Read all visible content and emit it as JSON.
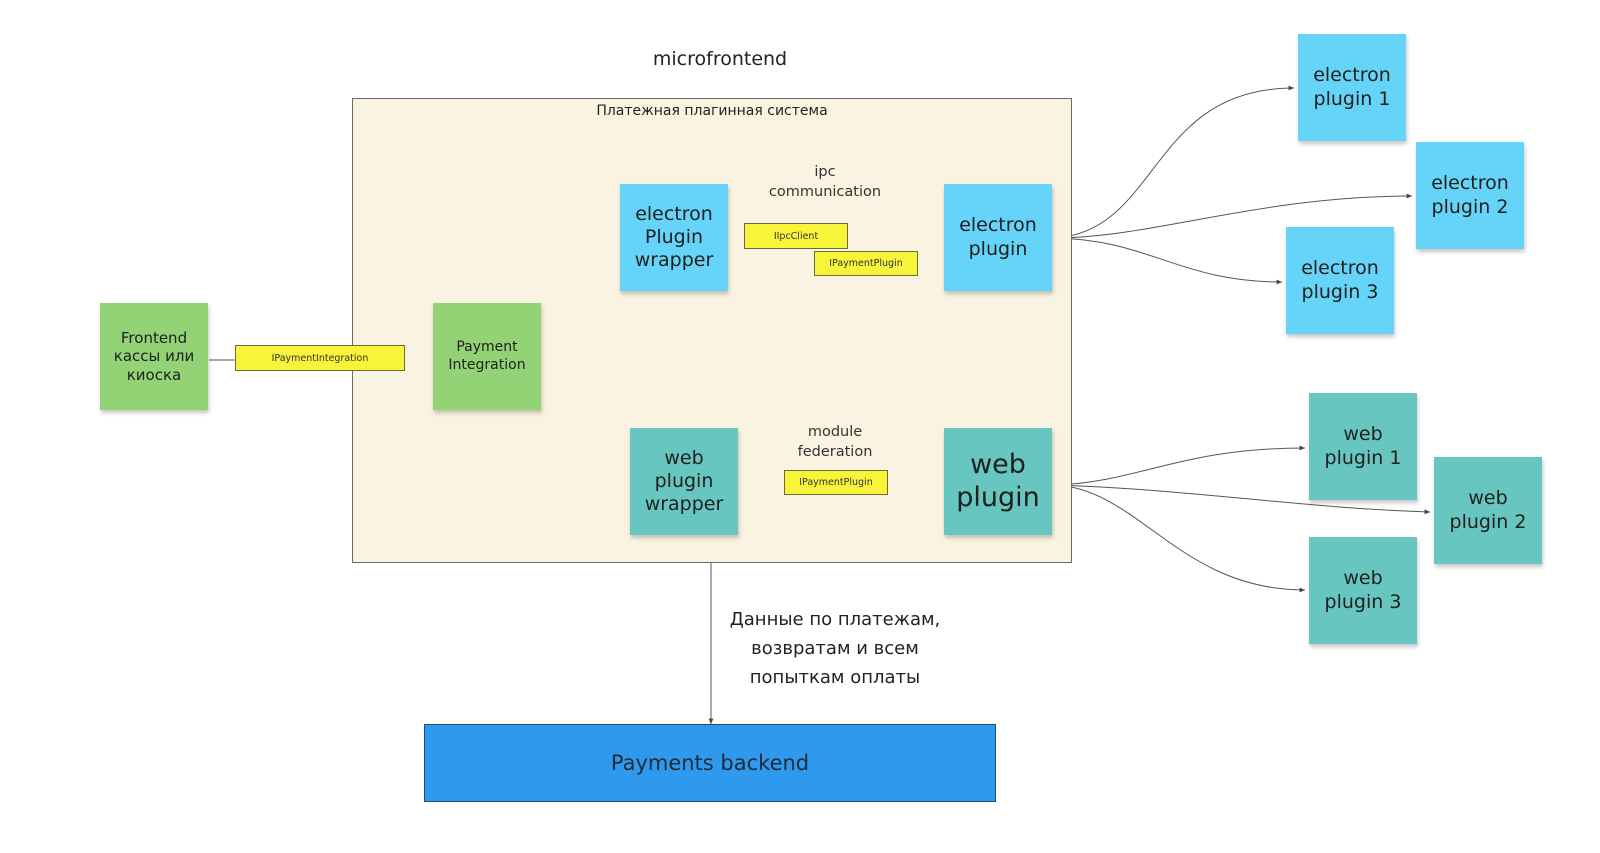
{
  "title": "microfrontend",
  "system_label": "Платежная плагинная система",
  "nodes": {
    "frontend": "Frontend кассы или киоска",
    "payment_integration": "Payment Integration",
    "electron_wrapper": "electron Plugin wrapper",
    "web_wrapper": "web plugin wrapper",
    "electron_plugin": "electron plugin",
    "web_plugin": "web plugin",
    "electron_plugin_1": "electron plugin 1",
    "electron_plugin_2": "electron plugin 2",
    "electron_plugin_3": "electron plugin 3",
    "web_plugin_1": "web plugin 1",
    "web_plugin_2": "web plugin 2",
    "web_plugin_3": "web plugin 3",
    "backend": "Payments backend"
  },
  "interfaces": {
    "payment_integration": "IPaymentIntegration",
    "ipc_client": "IIpcClient",
    "payment_plugin_electron": "IPaymentPlugin",
    "payment_plugin_web": "IPaymentPlugin"
  },
  "labels": {
    "ipc_line1": "ipc",
    "ipc_line2": "communication",
    "mf_line1": "module",
    "mf_line2": "federation",
    "backend_line1": "Данные по платежам,",
    "backend_line2": "возвратам и всем",
    "backend_line3": "попыткам оплаты"
  },
  "colors": {
    "system_bg": "#fbf3e1",
    "green": "#93d275",
    "cyan": "#66d4f8",
    "teal": "#67c6bf",
    "interface_tag": "#f7f43a",
    "backend": "#2f99ee"
  }
}
